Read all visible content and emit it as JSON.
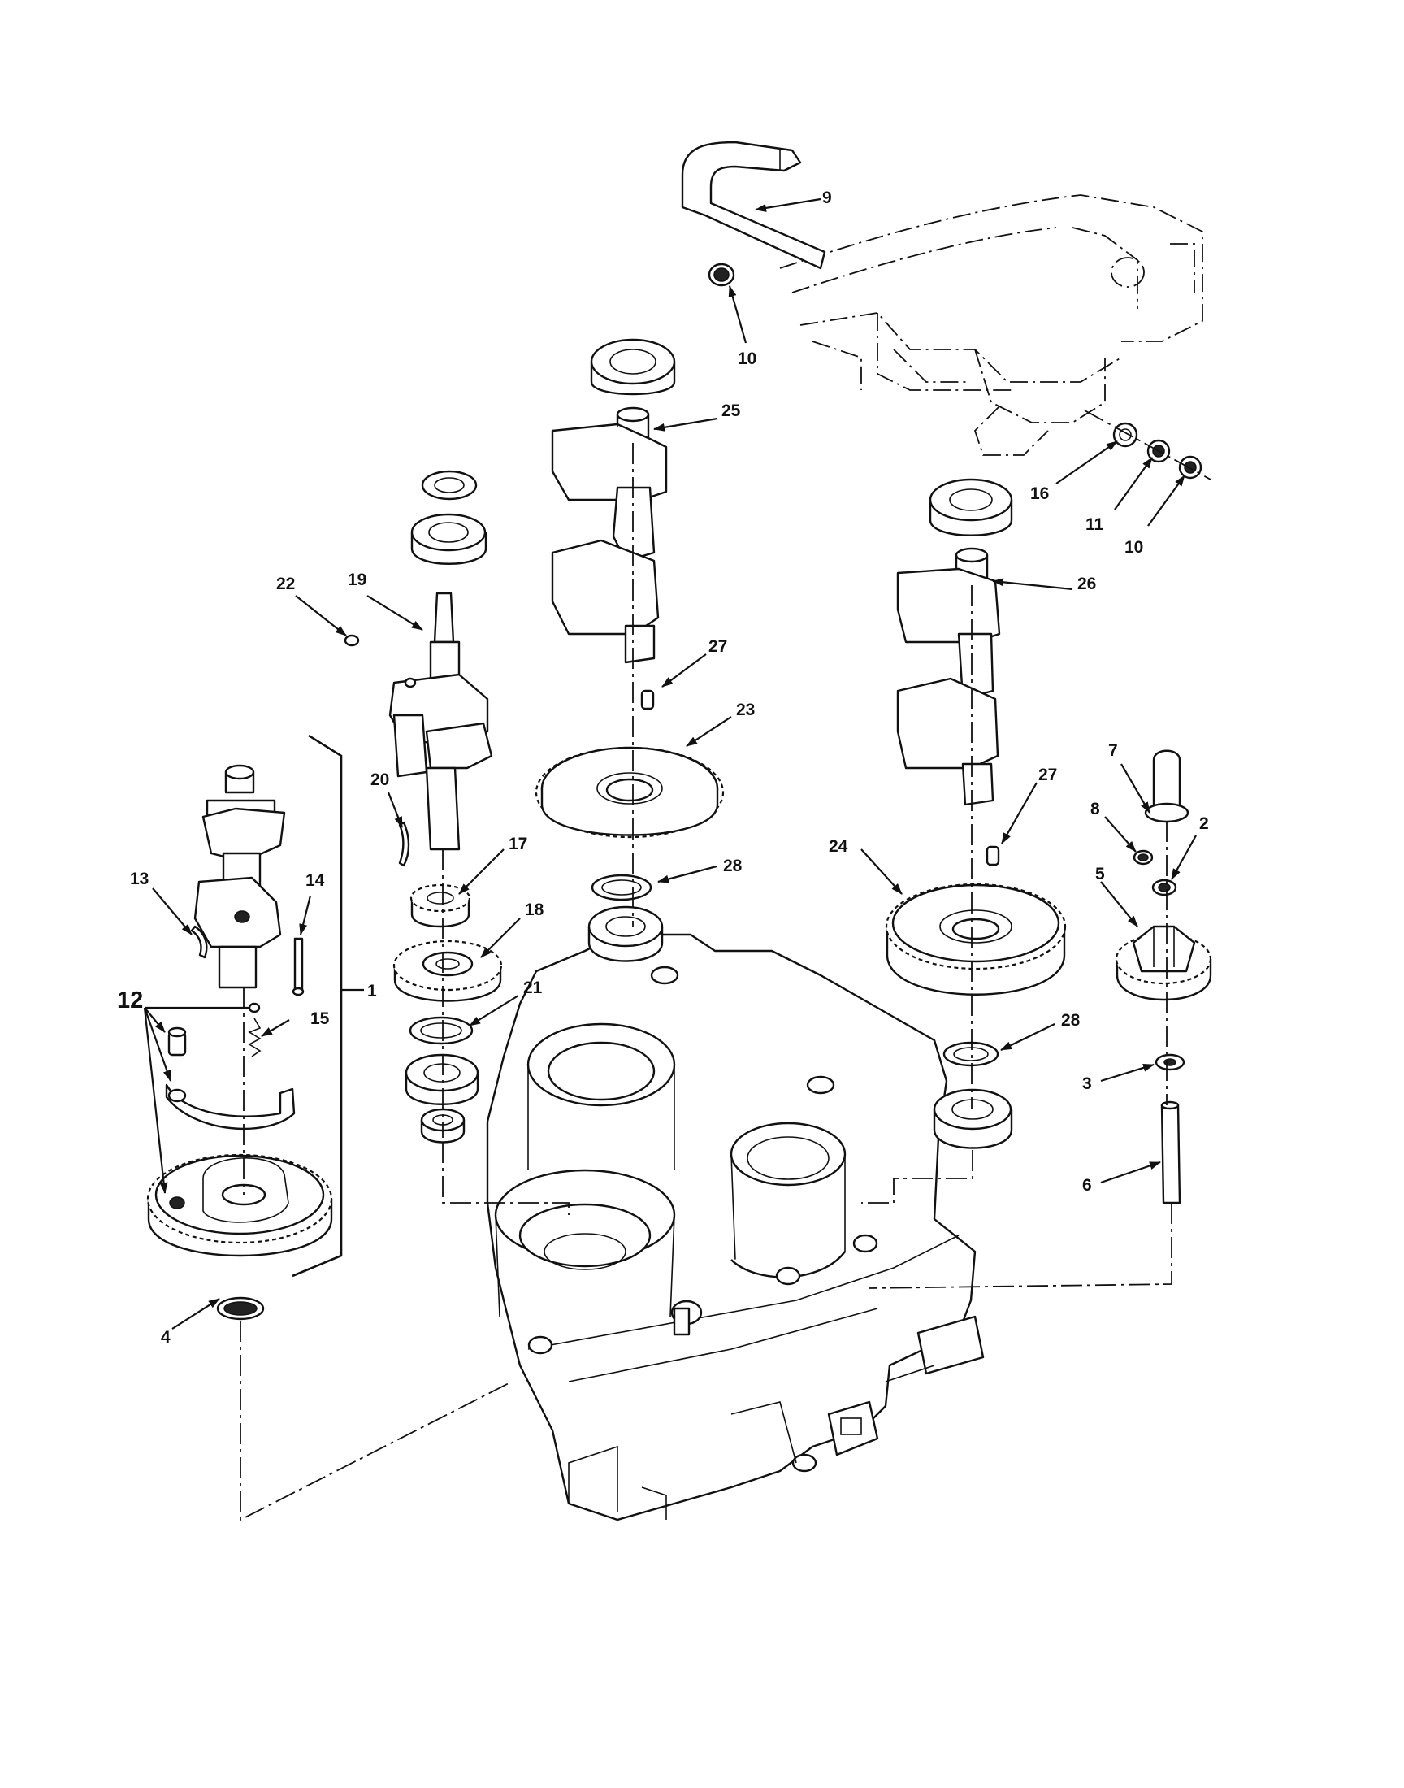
{
  "figure": {
    "callouts": [
      {
        "id": "c1",
        "text": "1"
      },
      {
        "id": "c2",
        "text": "2"
      },
      {
        "id": "c3",
        "text": "3"
      },
      {
        "id": "c4",
        "text": "4"
      },
      {
        "id": "c5",
        "text": "5"
      },
      {
        "id": "c6",
        "text": "6"
      },
      {
        "id": "c7",
        "text": "7"
      },
      {
        "id": "c8",
        "text": "8"
      },
      {
        "id": "c9",
        "text": "9"
      },
      {
        "id": "c10a",
        "text": "10"
      },
      {
        "id": "c10b",
        "text": "10"
      },
      {
        "id": "c11",
        "text": "11"
      },
      {
        "id": "c12",
        "text": "12"
      },
      {
        "id": "c13",
        "text": "13"
      },
      {
        "id": "c14",
        "text": "14"
      },
      {
        "id": "c15",
        "text": "15"
      },
      {
        "id": "c16",
        "text": "16"
      },
      {
        "id": "c17",
        "text": "17"
      },
      {
        "id": "c18",
        "text": "18"
      },
      {
        "id": "c19",
        "text": "19"
      },
      {
        "id": "c20",
        "text": "20"
      },
      {
        "id": "c21",
        "text": "21"
      },
      {
        "id": "c22",
        "text": "22"
      },
      {
        "id": "c23",
        "text": "23"
      },
      {
        "id": "c24",
        "text": "24"
      },
      {
        "id": "c25",
        "text": "25"
      },
      {
        "id": "c26",
        "text": "26"
      },
      {
        "id": "c27a",
        "text": "27"
      },
      {
        "id": "c27b",
        "text": "27"
      },
      {
        "id": "c28a",
        "text": "28"
      },
      {
        "id": "c28b",
        "text": "28"
      }
    ]
  }
}
